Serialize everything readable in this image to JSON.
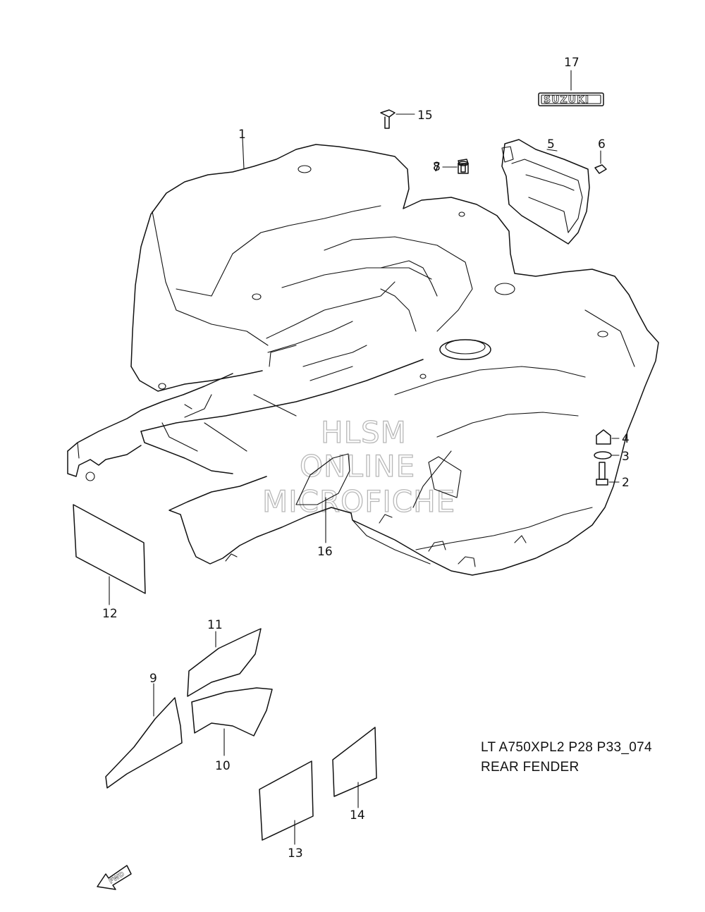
{
  "diagram": {
    "caption": {
      "line1": "LT A750XPL2 P28 P33_074",
      "line2": "REAR FENDER"
    },
    "watermark": [
      "HLSM",
      "ONLINE",
      "MICROFICHE"
    ],
    "badge_text": "SUZUKI",
    "forward_arrow_text": "FWD",
    "parts": [
      {
        "num": "1",
        "name": "rear fender"
      },
      {
        "num": "2",
        "name": "bolt"
      },
      {
        "num": "3",
        "name": "washer"
      },
      {
        "num": "4",
        "name": "cushion"
      },
      {
        "num": "5",
        "name": "plate bracket"
      },
      {
        "num": "6",
        "name": "nut"
      },
      {
        "num": "7",
        "name": "screw"
      },
      {
        "num": "8",
        "name": "grommet"
      },
      {
        "num": "9",
        "name": "label"
      },
      {
        "num": "10",
        "name": "label"
      },
      {
        "num": "11",
        "name": "label"
      },
      {
        "num": "12",
        "name": "label"
      },
      {
        "num": "13",
        "name": "label"
      },
      {
        "num": "14",
        "name": "label"
      },
      {
        "num": "15",
        "name": "fastener"
      },
      {
        "num": "16",
        "name": "emblem"
      },
      {
        "num": "17",
        "name": "suzuki emblem"
      }
    ]
  }
}
